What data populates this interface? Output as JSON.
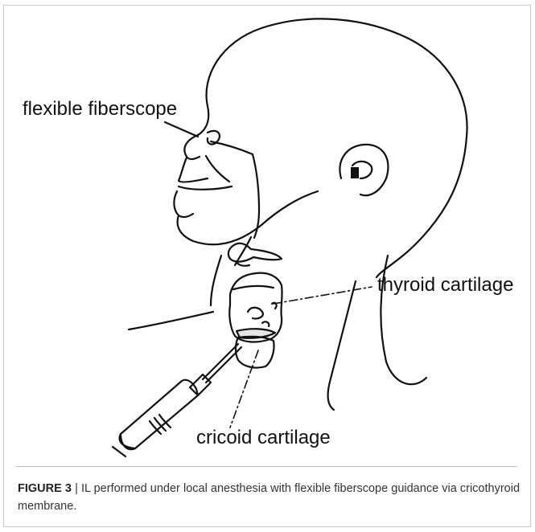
{
  "labels": {
    "fiberscope": "flexible fiberscope",
    "thyroid": "thyroid cartilage",
    "cricoid": "cricoid cartilage"
  },
  "caption": {
    "figure_label": "FIGURE 3",
    "separator": "|",
    "text": "IL performed under local anesthesia with flexible fiberscope guidance via cricothyroid membrane."
  }
}
